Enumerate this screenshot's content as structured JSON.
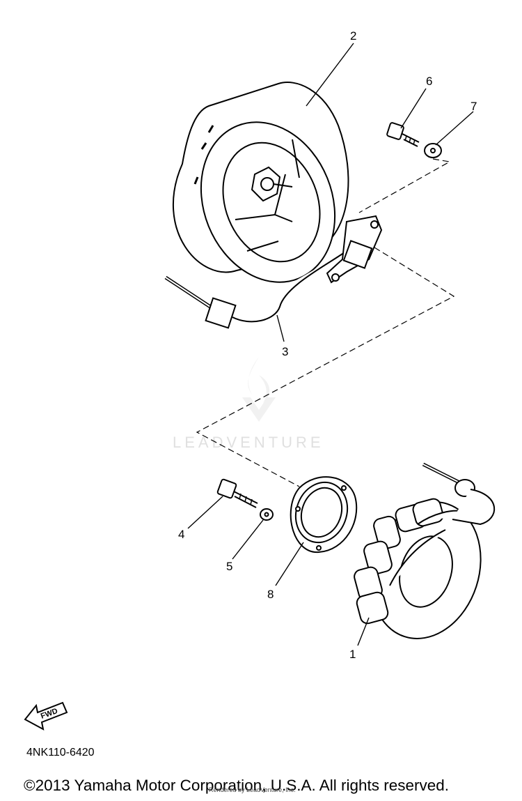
{
  "diagram": {
    "callouts": [
      {
        "id": "1",
        "label": "1"
      },
      {
        "id": "2",
        "label": "2"
      },
      {
        "id": "3",
        "label": "3"
      },
      {
        "id": "4",
        "label": "4"
      },
      {
        "id": "5",
        "label": "5"
      },
      {
        "id": "6",
        "label": "6"
      },
      {
        "id": "7",
        "label": "7"
      },
      {
        "id": "8",
        "label": "8"
      }
    ],
    "watermark": "LEADVENTURE",
    "fwd_label": "FWD"
  },
  "footer": {
    "part_code": "4NK110-6420",
    "copyright": "©2013 Yamaha Motor Corporation, U.S.A. All rights reserved.",
    "rendered_by": "Rendered by LeadVenture, Inc."
  }
}
